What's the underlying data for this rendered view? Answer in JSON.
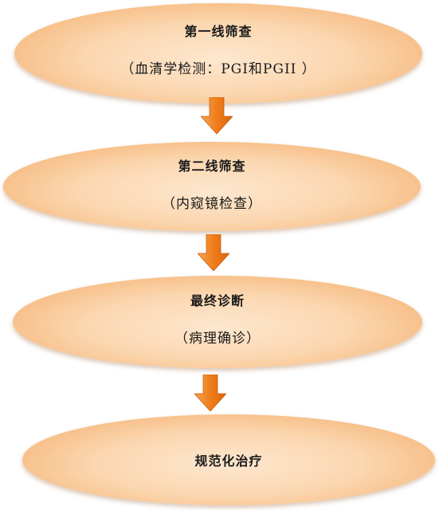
{
  "steps": [
    {
      "title": "第一线筛查",
      "subtitle": "（血清学检测：PGI和PGII ）"
    },
    {
      "title": "第二线筛查",
      "subtitle": "（内窥镜检查）"
    },
    {
      "title": "最终诊断",
      "subtitle": "（病理确诊）"
    },
    {
      "title": "规范化治疗",
      "subtitle": ""
    }
  ],
  "colors": {
    "ellipse_fill": "#fbd7b0",
    "ellipse_edge": "#f0a560",
    "arrow": "#ef7d1a"
  },
  "icons": {
    "arrow": "arrow-down-icon"
  }
}
